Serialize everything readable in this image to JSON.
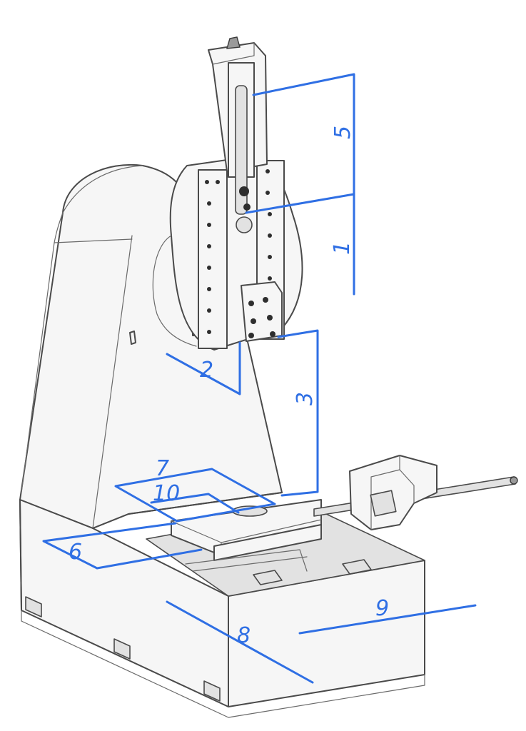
{
  "callout_color": "#2f6fe4",
  "labels": {
    "l1": "1",
    "l2": "2",
    "l3": "3",
    "l5": "5",
    "l6": "6",
    "l7": "7",
    "l8": "8",
    "l9": "9",
    "l10": "10"
  }
}
